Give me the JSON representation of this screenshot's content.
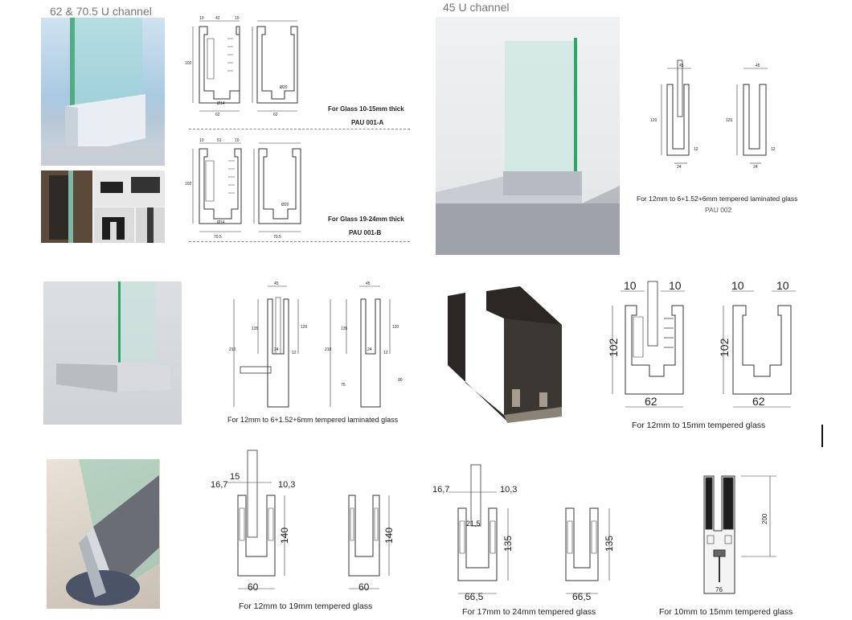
{
  "section1": {
    "heading": "62 & 70.5  U channel",
    "caption_a_line1": "For Glass 10-15mm thick",
    "caption_a_line2": "PAU 001-A",
    "caption_b_line1": "For Glass 19-24mm thick",
    "caption_b_line2": "PAU 001-B",
    "dims_a": {
      "top_left": "10",
      "top_mid": "42",
      "top_right": "10",
      "height": "102",
      "slot": "Ø14",
      "hole": "Ø20",
      "width_a": "62",
      "width_b": "62"
    },
    "dims_b": {
      "top_left": "10",
      "top_mid": "51",
      "top_right": "10",
      "height": "102",
      "slot": "Ø14",
      "hole": "Ø20",
      "width_a": "70.5",
      "width_b": "70.5"
    }
  },
  "section2": {
    "heading": "45 U channel",
    "caption_line1": "For 12mm to 6+1.52+6mm tempered laminated glass",
    "caption_line2": "PAU 002",
    "dims": {
      "top": "45",
      "height": "120",
      "base": "24",
      "small": "12"
    }
  },
  "section3": {
    "caption": "For 12mm to 6+1.52+6mm tempered laminated glass",
    "dims": {
      "top": "45",
      "total": "210",
      "mid": "135",
      "right": "120",
      "base": "24",
      "small": "12",
      "lower": "75",
      "lower2": "90"
    }
  },
  "section4": {
    "caption": "For 12mm to 15mm tempered glass",
    "dims": {
      "left": "10",
      "right": "10",
      "height": "102",
      "width": "62"
    }
  },
  "section5": {
    "caption": "For 12mm to 19mm tempered glass",
    "dims": {
      "a": "16,7",
      "b": "15",
      "c": "10,3",
      "height": "140",
      "width": "60"
    }
  },
  "section6": {
    "caption": "For 17mm to 24mm tempered glass",
    "dims": {
      "a": "16,7",
      "b": "10,3",
      "inner": "21,5",
      "height": "135",
      "width": "66,5"
    }
  },
  "section7": {
    "caption": "For 10mm to 15mm tempered glass",
    "dims": {
      "height": "200",
      "width": "76"
    }
  }
}
